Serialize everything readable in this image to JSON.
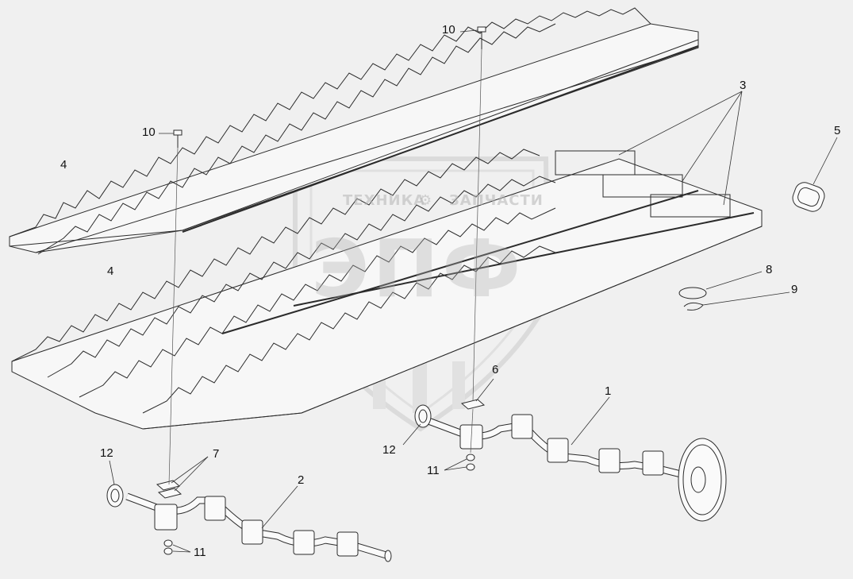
{
  "watermark": {
    "line1_left": "ТЕХНИКА",
    "line1_right": "ЗАПЧАСТИ",
    "logo_text": "ЭПФ"
  },
  "callouts": {
    "c1": "1",
    "c2": "2",
    "c3": "3",
    "c4a": "4",
    "c4b": "4",
    "c5": "5",
    "c6": "6",
    "c7": "7",
    "c8": "8",
    "c9": "9",
    "c10a": "10",
    "c10b": "10",
    "c11a": "11",
    "c11b": "11",
    "c12a": "12",
    "c12b": "12"
  },
  "colors": {
    "line": "#2b2b2b",
    "background": "#f0f0f0",
    "watermark": "#c4c4c4"
  }
}
